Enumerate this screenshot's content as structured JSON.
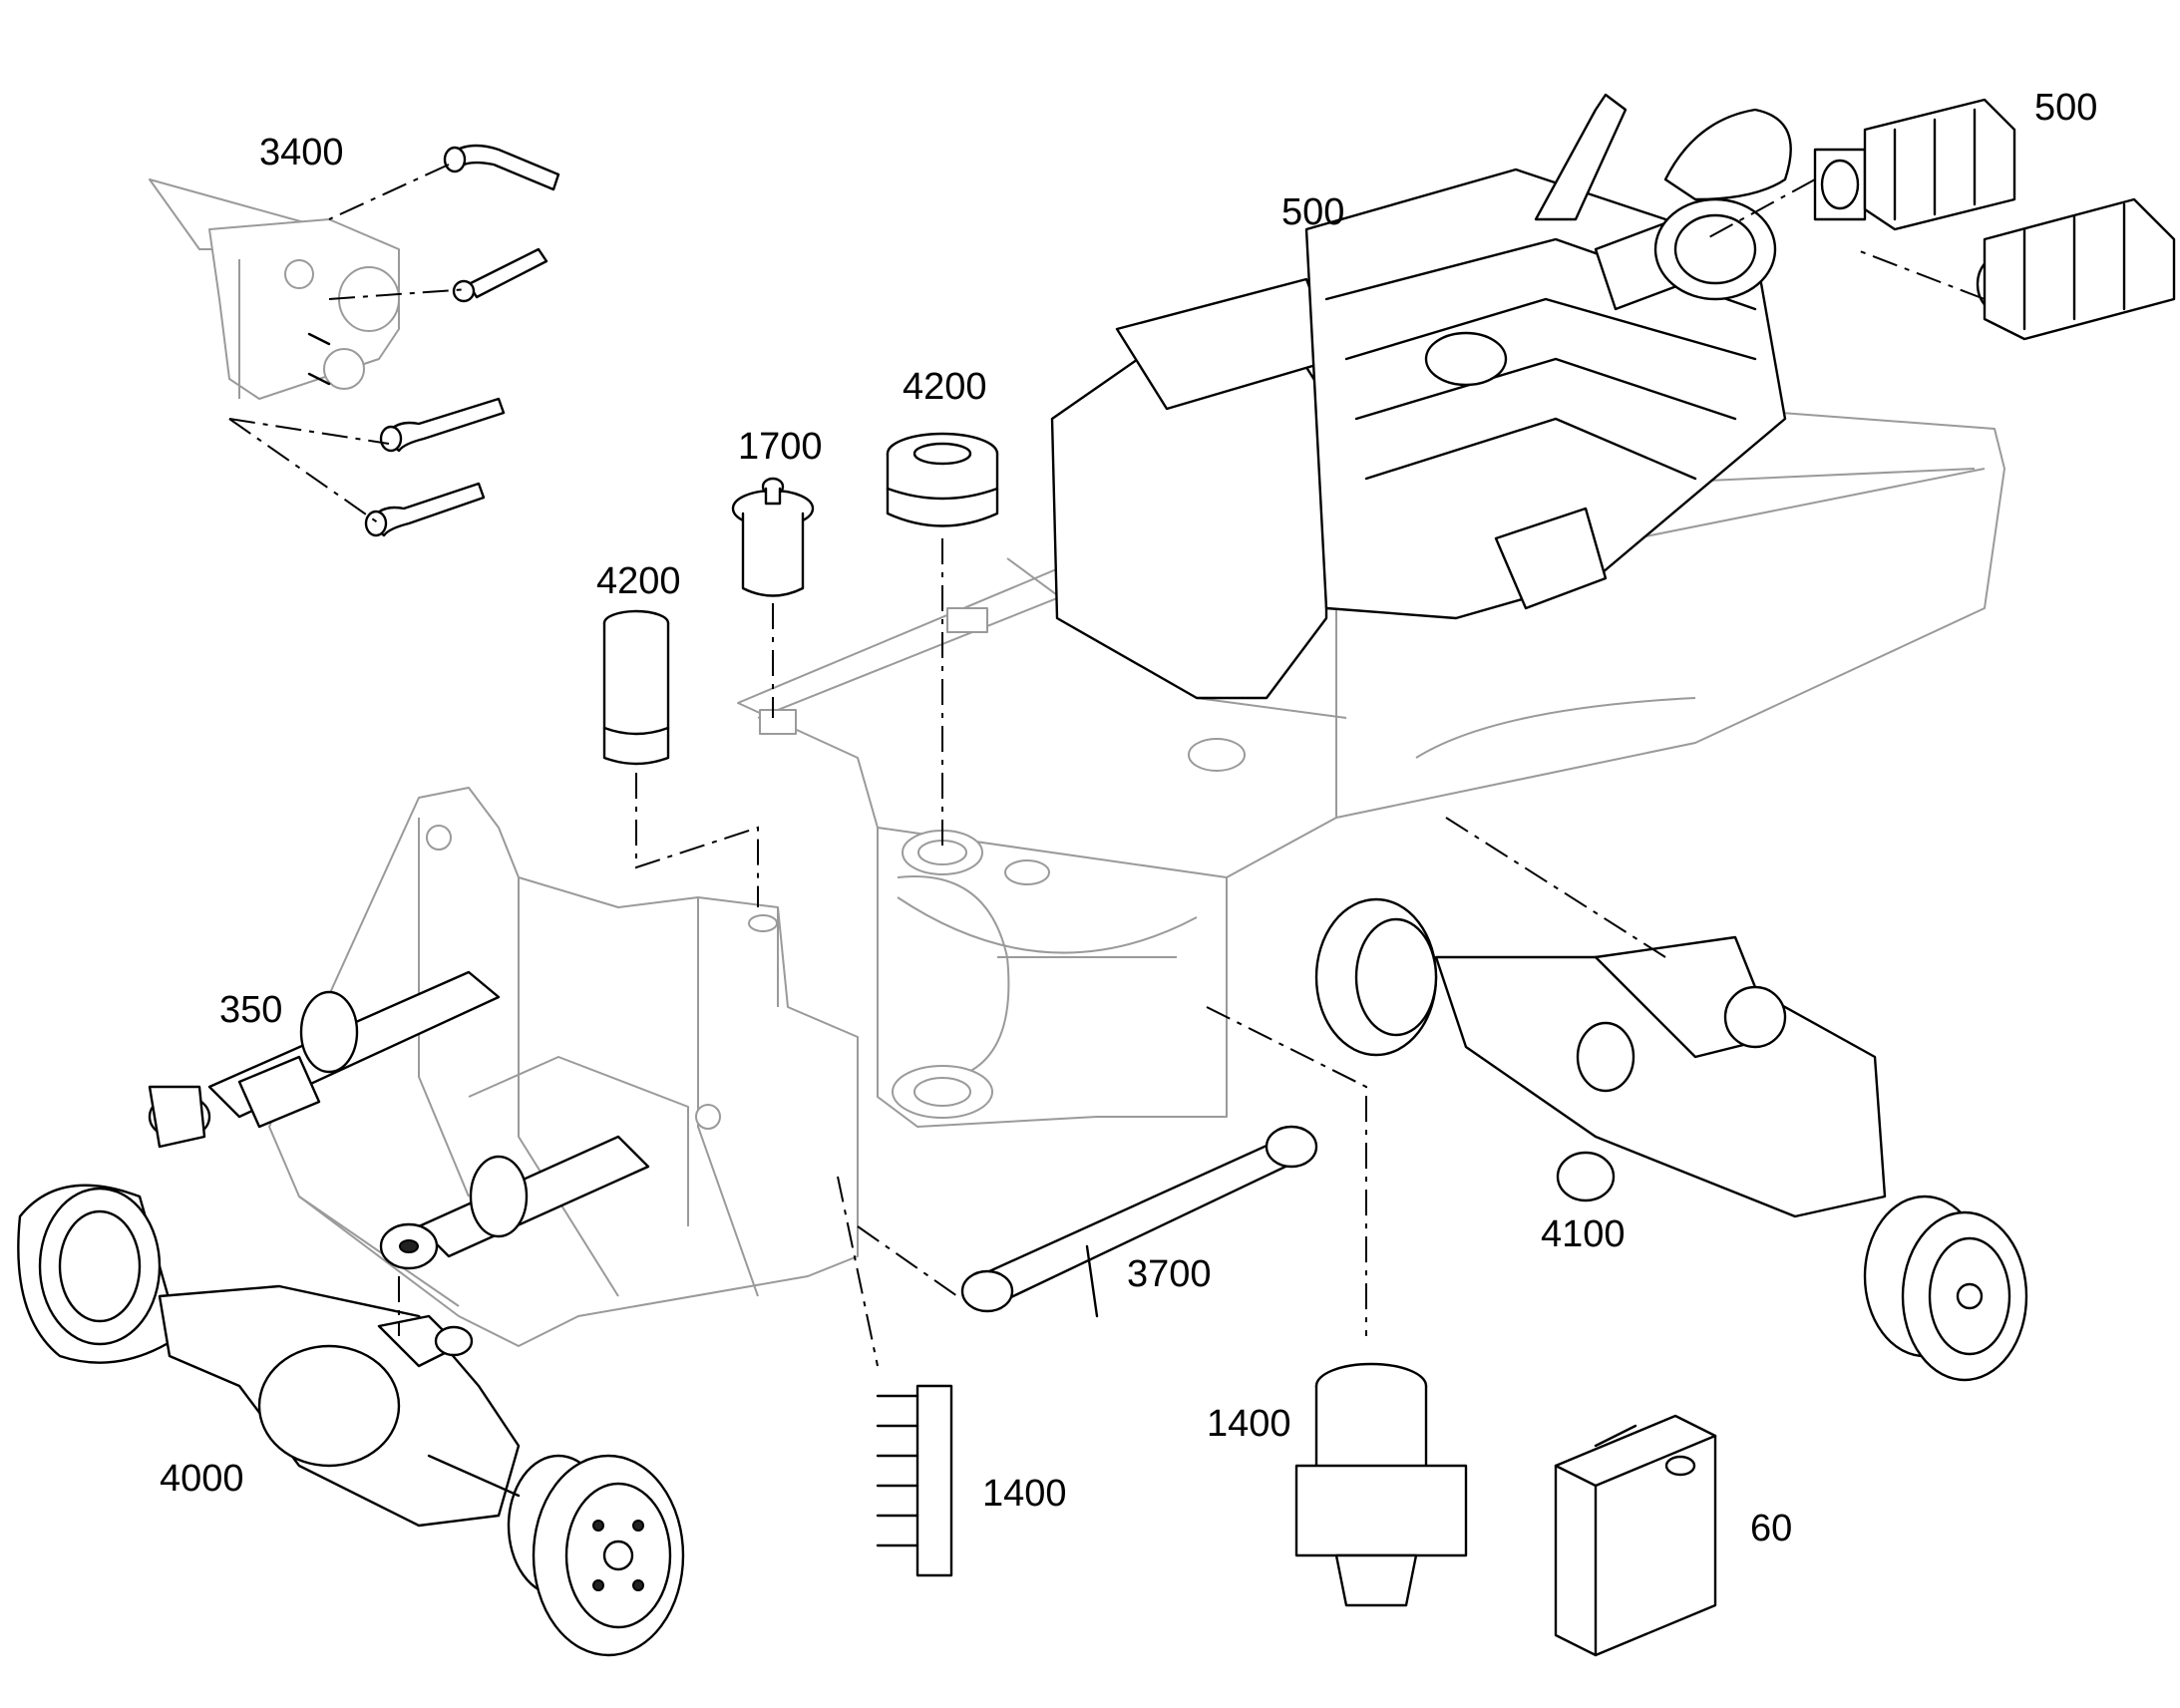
{
  "callouts": {
    "c3400": "3400",
    "c500_engine": "500",
    "c500_pump": "500",
    "c1700": "1700",
    "c4200_top": "4200",
    "c4200_left": "4200",
    "c350": "350",
    "c4000": "4000",
    "c1400_block": "1400",
    "c3700": "3700",
    "c1400_motor": "1400",
    "c4100": "4100",
    "c60": "60"
  }
}
